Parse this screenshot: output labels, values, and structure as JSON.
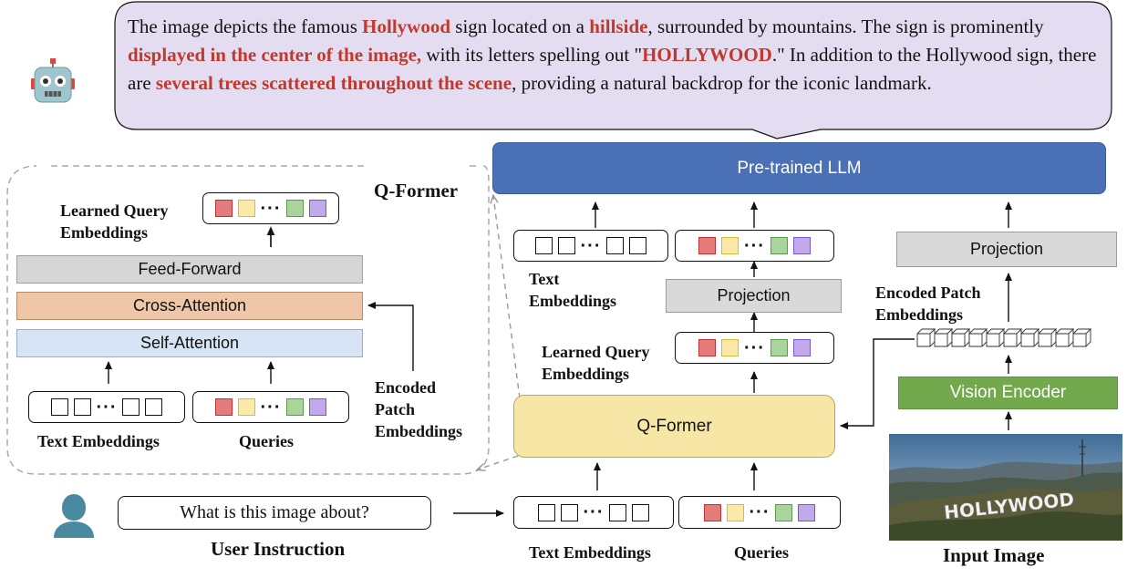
{
  "response": {
    "segments": [
      {
        "text": "The image depicts the famous ",
        "hl": false
      },
      {
        "text": "Hollywood",
        "hl": true
      },
      {
        "text": " sign located on a ",
        "hl": false
      },
      {
        "text": "hillside",
        "hl": true
      },
      {
        "text": ", surrounded by mountains. The sign is prominently ",
        "hl": false
      },
      {
        "text": "displayed in the center of the image,",
        "hl": true
      },
      {
        "text": " with its letters spelling out \"",
        "hl": false
      },
      {
        "text": "HOLLYWOOD",
        "hl": true
      },
      {
        "text": ".\" In addition to the Hollywood sign, there are ",
        "hl": false
      },
      {
        "text": "several trees scattered throughout the scene",
        "hl": true
      },
      {
        "text": ", providing a natural backdrop for the iconic landmark.",
        "hl": false
      }
    ]
  },
  "qformer_detail": {
    "title": "Q-Former",
    "learned_query_label": "Learned Query Embeddings",
    "feed_forward": "Feed-Forward",
    "cross_attention": "Cross-Attention",
    "self_attention": "Self-Attention",
    "text_embeddings_label": "Text Embeddings",
    "queries_label": "Queries",
    "encoded_patch_label": "Encoded Patch Embeddings"
  },
  "main": {
    "llm_label": "Pre-trained LLM",
    "text_embeddings_top_label": "Text Embeddings",
    "projection_mid": "Projection",
    "learned_query_label": "Learned Query Embeddings",
    "qformer_label": "Q-Former",
    "text_embeddings_bottom_label": "Text Embeddings",
    "queries_bottom_label": "Queries"
  },
  "right": {
    "projection": "Projection",
    "encoded_patch_label": "Encoded Patch Embeddings",
    "vision_encoder": "Vision Encoder",
    "input_image_label": "Input Image",
    "sign_text": "HOLLYWOOD"
  },
  "user": {
    "instruction_text": "What is this image about?",
    "instruction_label": "User Instruction"
  },
  "colors": {
    "highlight": "#c0392b",
    "llm": "#4a70b5",
    "vision_encoder": "#72a94d",
    "qformer": "#f7e7a6",
    "cross_attention": "#efc7a8",
    "self_attention": "#d6e4f5",
    "bubble": "#e4ddf1"
  },
  "icons": [
    "robot-icon",
    "user-icon"
  ]
}
